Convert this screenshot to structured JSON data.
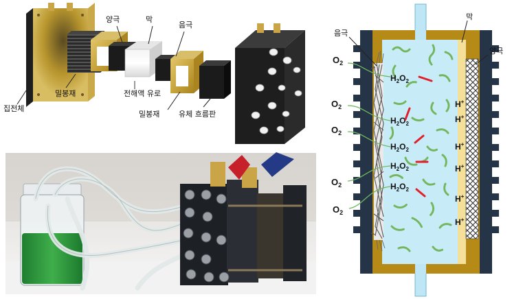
{
  "exploded_view": {
    "labels": {
      "current_collector": "집전체",
      "gasket_1": "밀봉재",
      "anode": "양극",
      "membrane": "막",
      "electrolyte_channel": "전해액 유로",
      "cathode": "음극",
      "gasket_2": "밀봉재",
      "flow_plate": "유체 흐름판"
    }
  },
  "photo": {
    "liquid_color": "#2f9a3c"
  },
  "mechanism": {
    "labels": {
      "cathode": "음극",
      "membrane": "막",
      "anode": "양극"
    },
    "species": {
      "o2_main": "O",
      "o2_sub": "2",
      "h2o2_h": "H",
      "h2o2_sub1": "2",
      "h2o2_o": "O",
      "h2o2_sub2": "2",
      "proton_h": "H",
      "proton_sup": "+"
    },
    "colors": {
      "electrolyte": "#c7ecf8",
      "membrane": "#f5e09a",
      "gold_frame": "#b58a17",
      "dark_plate": "#263447",
      "nanotube": "#74b65e",
      "reaction_arrow": "#e0202a"
    }
  }
}
